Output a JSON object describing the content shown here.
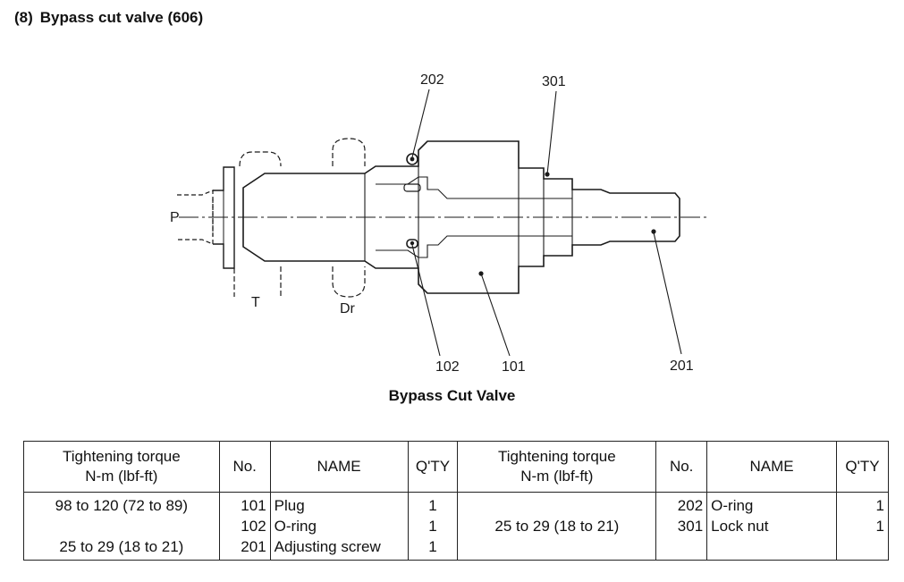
{
  "section": {
    "number": "(8)",
    "title": "Bypass cut valve (606)"
  },
  "diagram": {
    "callouts": {
      "c202": "202",
      "c301": "301",
      "c102": "102",
      "c101": "101",
      "c201": "201"
    },
    "ports": {
      "p": "P",
      "t": "T",
      "dr": "Dr"
    },
    "caption": "Bypass Cut Valve"
  },
  "table": {
    "headers": {
      "torque_line1": "Tightening torque",
      "torque_line2": "N-m (lbf-ft)",
      "no": "No.",
      "name": "NAME",
      "qty": "Q'TY"
    },
    "rows": [
      {
        "torque": "98 to 120 (72 to 89)",
        "no": "101",
        "name": "Plug",
        "qty": "1",
        "torque2": "",
        "no2": "202",
        "name2": "O-ring",
        "qty2": "1"
      },
      {
        "torque": "",
        "no": "102",
        "name": "O-ring",
        "qty": "1",
        "torque2": "25 to 29 (18 to 21)",
        "no2": "301",
        "name2": "Lock nut",
        "qty2": "1"
      },
      {
        "torque": "25 to 29 (18 to 21)",
        "no": "201",
        "name": "Adjusting screw",
        "qty": "1",
        "torque2": "",
        "no2": "",
        "name2": "",
        "qty2": ""
      }
    ]
  }
}
